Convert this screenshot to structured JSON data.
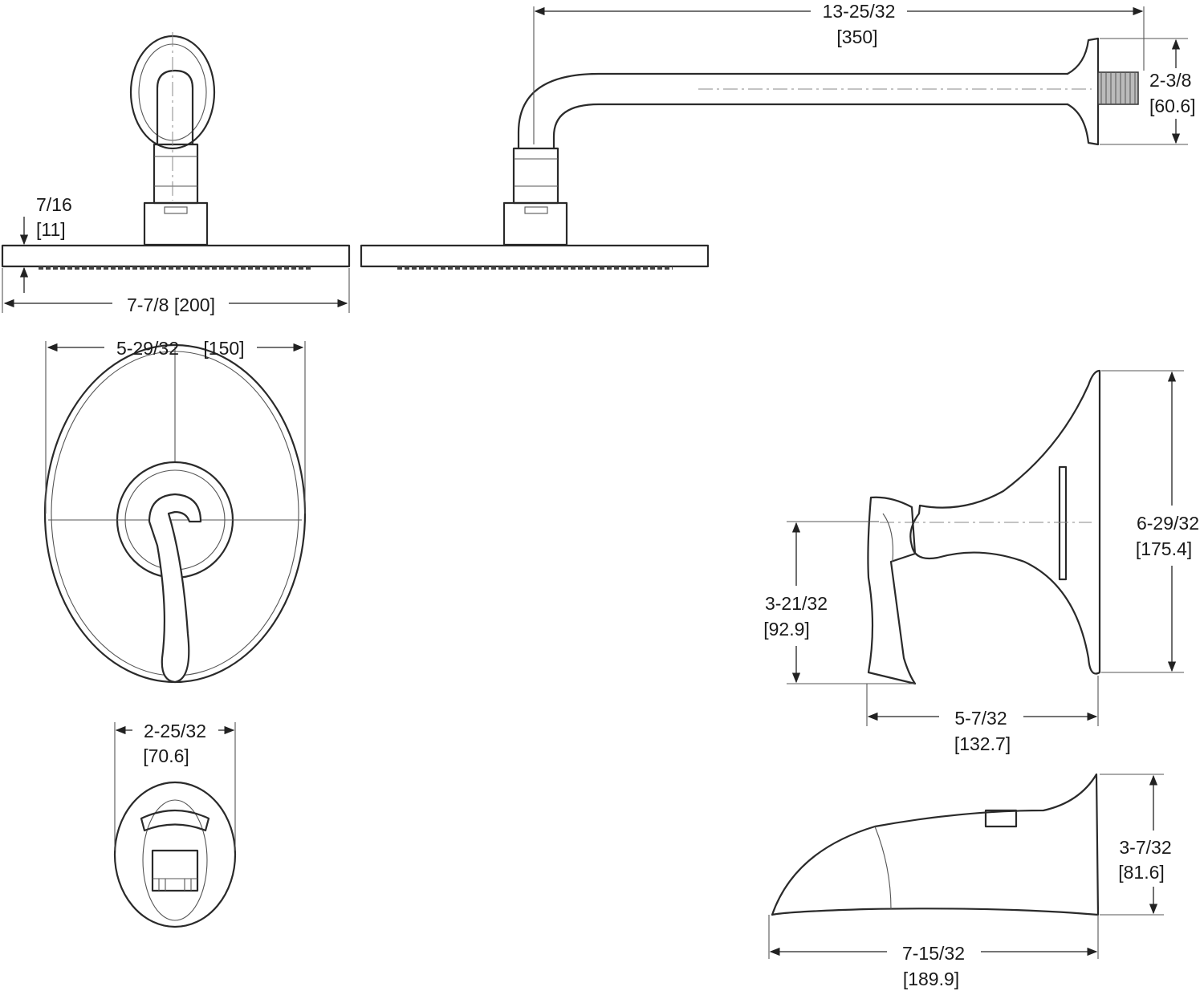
{
  "dimensions": {
    "arm_length": {
      "imperial": "13-25/32",
      "metric": "[350]"
    },
    "arm_flange_height": {
      "imperial": "2-3/8",
      "metric": "[60.6]"
    },
    "showerhead_thickness": {
      "imperial": "7/16",
      "metric": "[11]"
    },
    "showerhead_width": {
      "label": "7-7/8 [200]"
    },
    "valve_trim_width": {
      "imperial": "5-29/32",
      "metric": "[150]"
    },
    "valve_trim_height": {
      "imperial": "6-29/32",
      "metric": "[175.4]"
    },
    "handle_height": {
      "imperial": "3-21/32",
      "metric": "[92.9]"
    },
    "valve_projection": {
      "imperial": "5-7/32",
      "metric": "[132.7]"
    },
    "spout_face_width": {
      "imperial": "2-25/32",
      "metric": "[70.6]"
    },
    "spout_height": {
      "imperial": "3-7/32",
      "metric": "[81.6]"
    },
    "spout_length": {
      "imperial": "7-15/32",
      "metric": "[189.9]"
    }
  }
}
